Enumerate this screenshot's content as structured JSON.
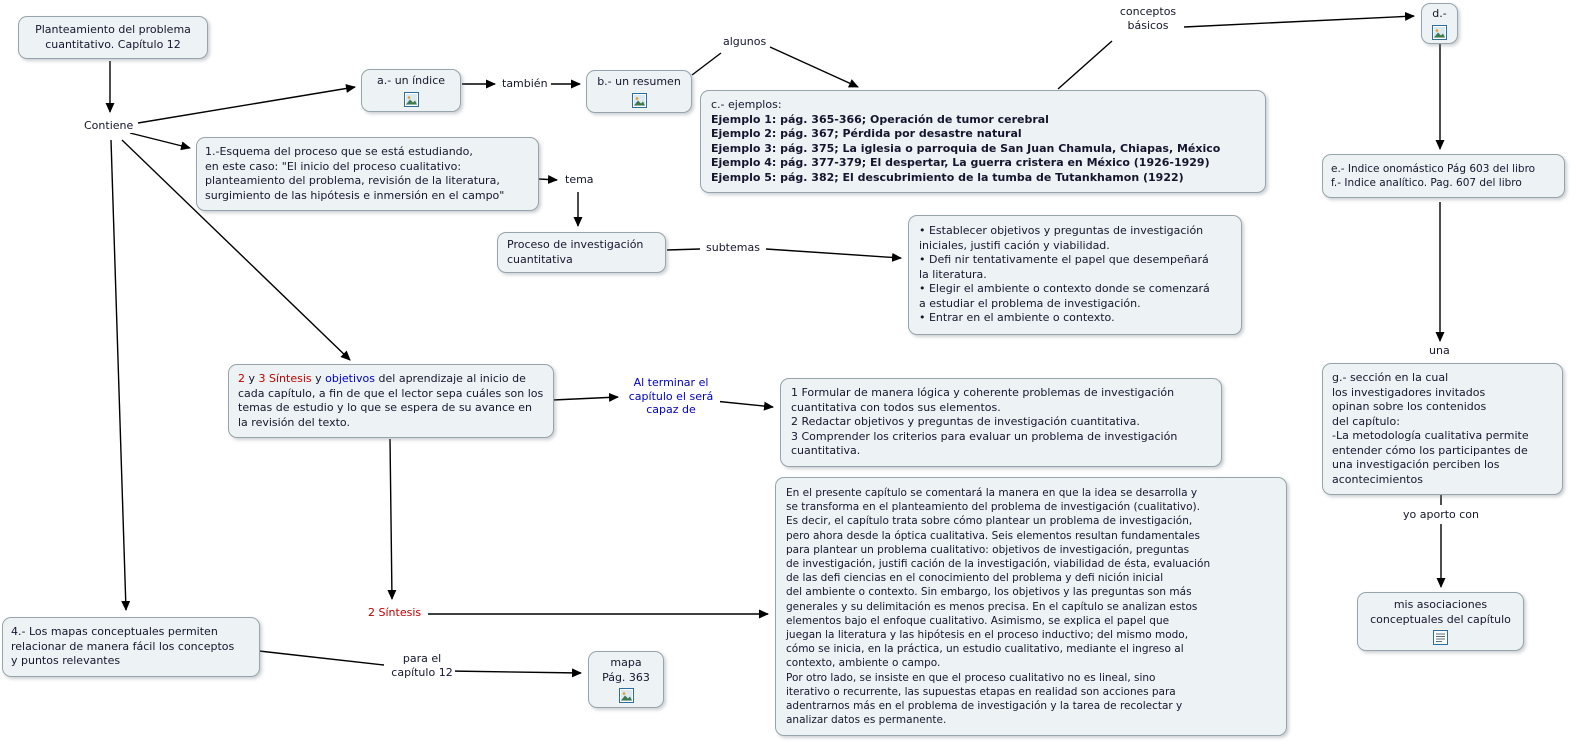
{
  "colors": {
    "box_fill": "#edf3f4",
    "box_border": "#98a4ab",
    "text": "#15152e",
    "red_accent": "#c00000",
    "blue_accent": "#0000c0",
    "line": "#000000",
    "icon_border": "#2e6e9e"
  },
  "nodes": {
    "root": "Planteamiento del problema\ncuantitativo. Capítulo 12",
    "a_indice": "a.- un índice",
    "b_resumen": "b.- un resumen",
    "d": "d.-",
    "c_title": "c.- ejemplos:",
    "c_lines": "Ejemplo 1: pág. 365-366; Operación de tumor cerebral\nEjemplo 2: pág. 367; Pérdida por desastre natural\nEjemplo 3: pág. 375; La iglesia o parroquia de San Juan Chamula, Chiapas, México\nEjemplo 4: pág. 377-379; El despertar, La guerra cristera en México (1926-1929)\nEjemplo 5: pág. 382; El descubrimiento de la tumba de Tutankhamon (1922)",
    "ef": "e.- Indice onomástico Pág 603 del libro\nf.- Indice analítico. Pag. 607 del libro",
    "esquema": "1.-Esquema del proceso que se está estudiando,\nen este caso: \"El inicio del proceso cualitativo:\nplanteamiento del problema, revisión de la literatura,\nsurgimiento de las hipótesis e inmersión en el campo\"",
    "proceso": "Proceso de investigación\ncuantitativa",
    "subtemas_list": "• Establecer objetivos y preguntas de investigación\niniciales, justifi cación y viabilidad.\n• Defi nir tentativamente el papel que desempeñará\nla literatura.\n• Elegir el ambiente o contexto donde se comenzará\na estudiar el problema de investigación.\n• Entrar en el ambiente o contexto.",
    "sintesis": {
      "n2": "2",
      "y1": " y ",
      "n3": "3",
      "sintesis": "  Síntesis",
      "y2": " y ",
      "objetivos": "objetivos",
      "rest": " del aprendizaje al inicio de cada capítulo, a fin de que el lector sepa cuáles son los temas de estudio y lo que se espera de su avance en la revisión del texto."
    },
    "capaz_list": "1 Formular de manera lógica y coherente problemas de investigación\ncuantitativa con todos sus elementos.\n2 Redactar objetivos y preguntas de investigación cuantitativa.\n3 Comprender los criterios para evaluar un problema de investigación\ncuantitativa.",
    "g": "g.- sección en la cual\nlos investigadores invitados\nopinan sobre los contenidos\ndel capítulo:\n-La metodología cualitativa permite\nentender cómo los participantes de\nuna investigación perciben los\nacontecimientos",
    "mis_asociaciones": "mis asociaciones\nconceptuales del capítulo",
    "resumen_capitulo": "En el presente capítulo se comentará la manera en que la idea se desarrolla y\nse transforma en el planteamiento del problema de investigación (cualitativo).\nEs decir, el capítulo trata sobre cómo plantear un problema de investigación,\npero ahora desde la óptica cualitativa. Seis elementos resultan fundamentales\npara plantear un problema cualitativo: objetivos de investigación, preguntas\nde investigación, justifi cación de la investigación, viabilidad de ésta, evaluación\nde las defi ciencias en el conocimiento del problema y defi nición inicial\ndel ambiente o contexto. Sin embargo, los objetivos y las preguntas son más\ngenerales y su delimitación es menos precisa. En el capítulo se analizan estos\nelementos bajo el enfoque cualitativo. Asimismo, se explica el papel que\njuegan la literatura y las hipótesis en el proceso inductivo; del mismo modo,\ncómo se inicia, en la práctica, un estudio cualitativo, mediante el ingreso al\ncontexto, ambiente o campo.\nPor otro lado, se insiste en que el proceso cualitativo no es lineal, sino\niterativo o recurrente, las supuestas etapas en realidad son acciones para\nadentrarnos más en el problema de investigación y la tarea de recolectar y\nanalizar datos es permanente.",
    "mapas4": "4.- Los mapas conceptuales permiten\nrelacionar de manera fácil los conceptos\ny puntos relevantes",
    "mapa": "mapa\nPág. 363"
  },
  "links": {
    "contiene": "Contiene",
    "tambien": "también",
    "algunos": "algunos",
    "conceptos_basicos": "conceptos\nbásicos",
    "tema": "tema",
    "subtemas": "subtemas",
    "una": "una",
    "yo_aporto": "yo aporto con",
    "al_terminar": "Al terminar el\ncapítulo el será\ncapaz de",
    "dos_sintesis": "2 Síntesis",
    "para_el": "para el\ncapítulo 12"
  },
  "icons": {
    "picture": "image-resource-icon",
    "document": "text-resource-icon"
  }
}
